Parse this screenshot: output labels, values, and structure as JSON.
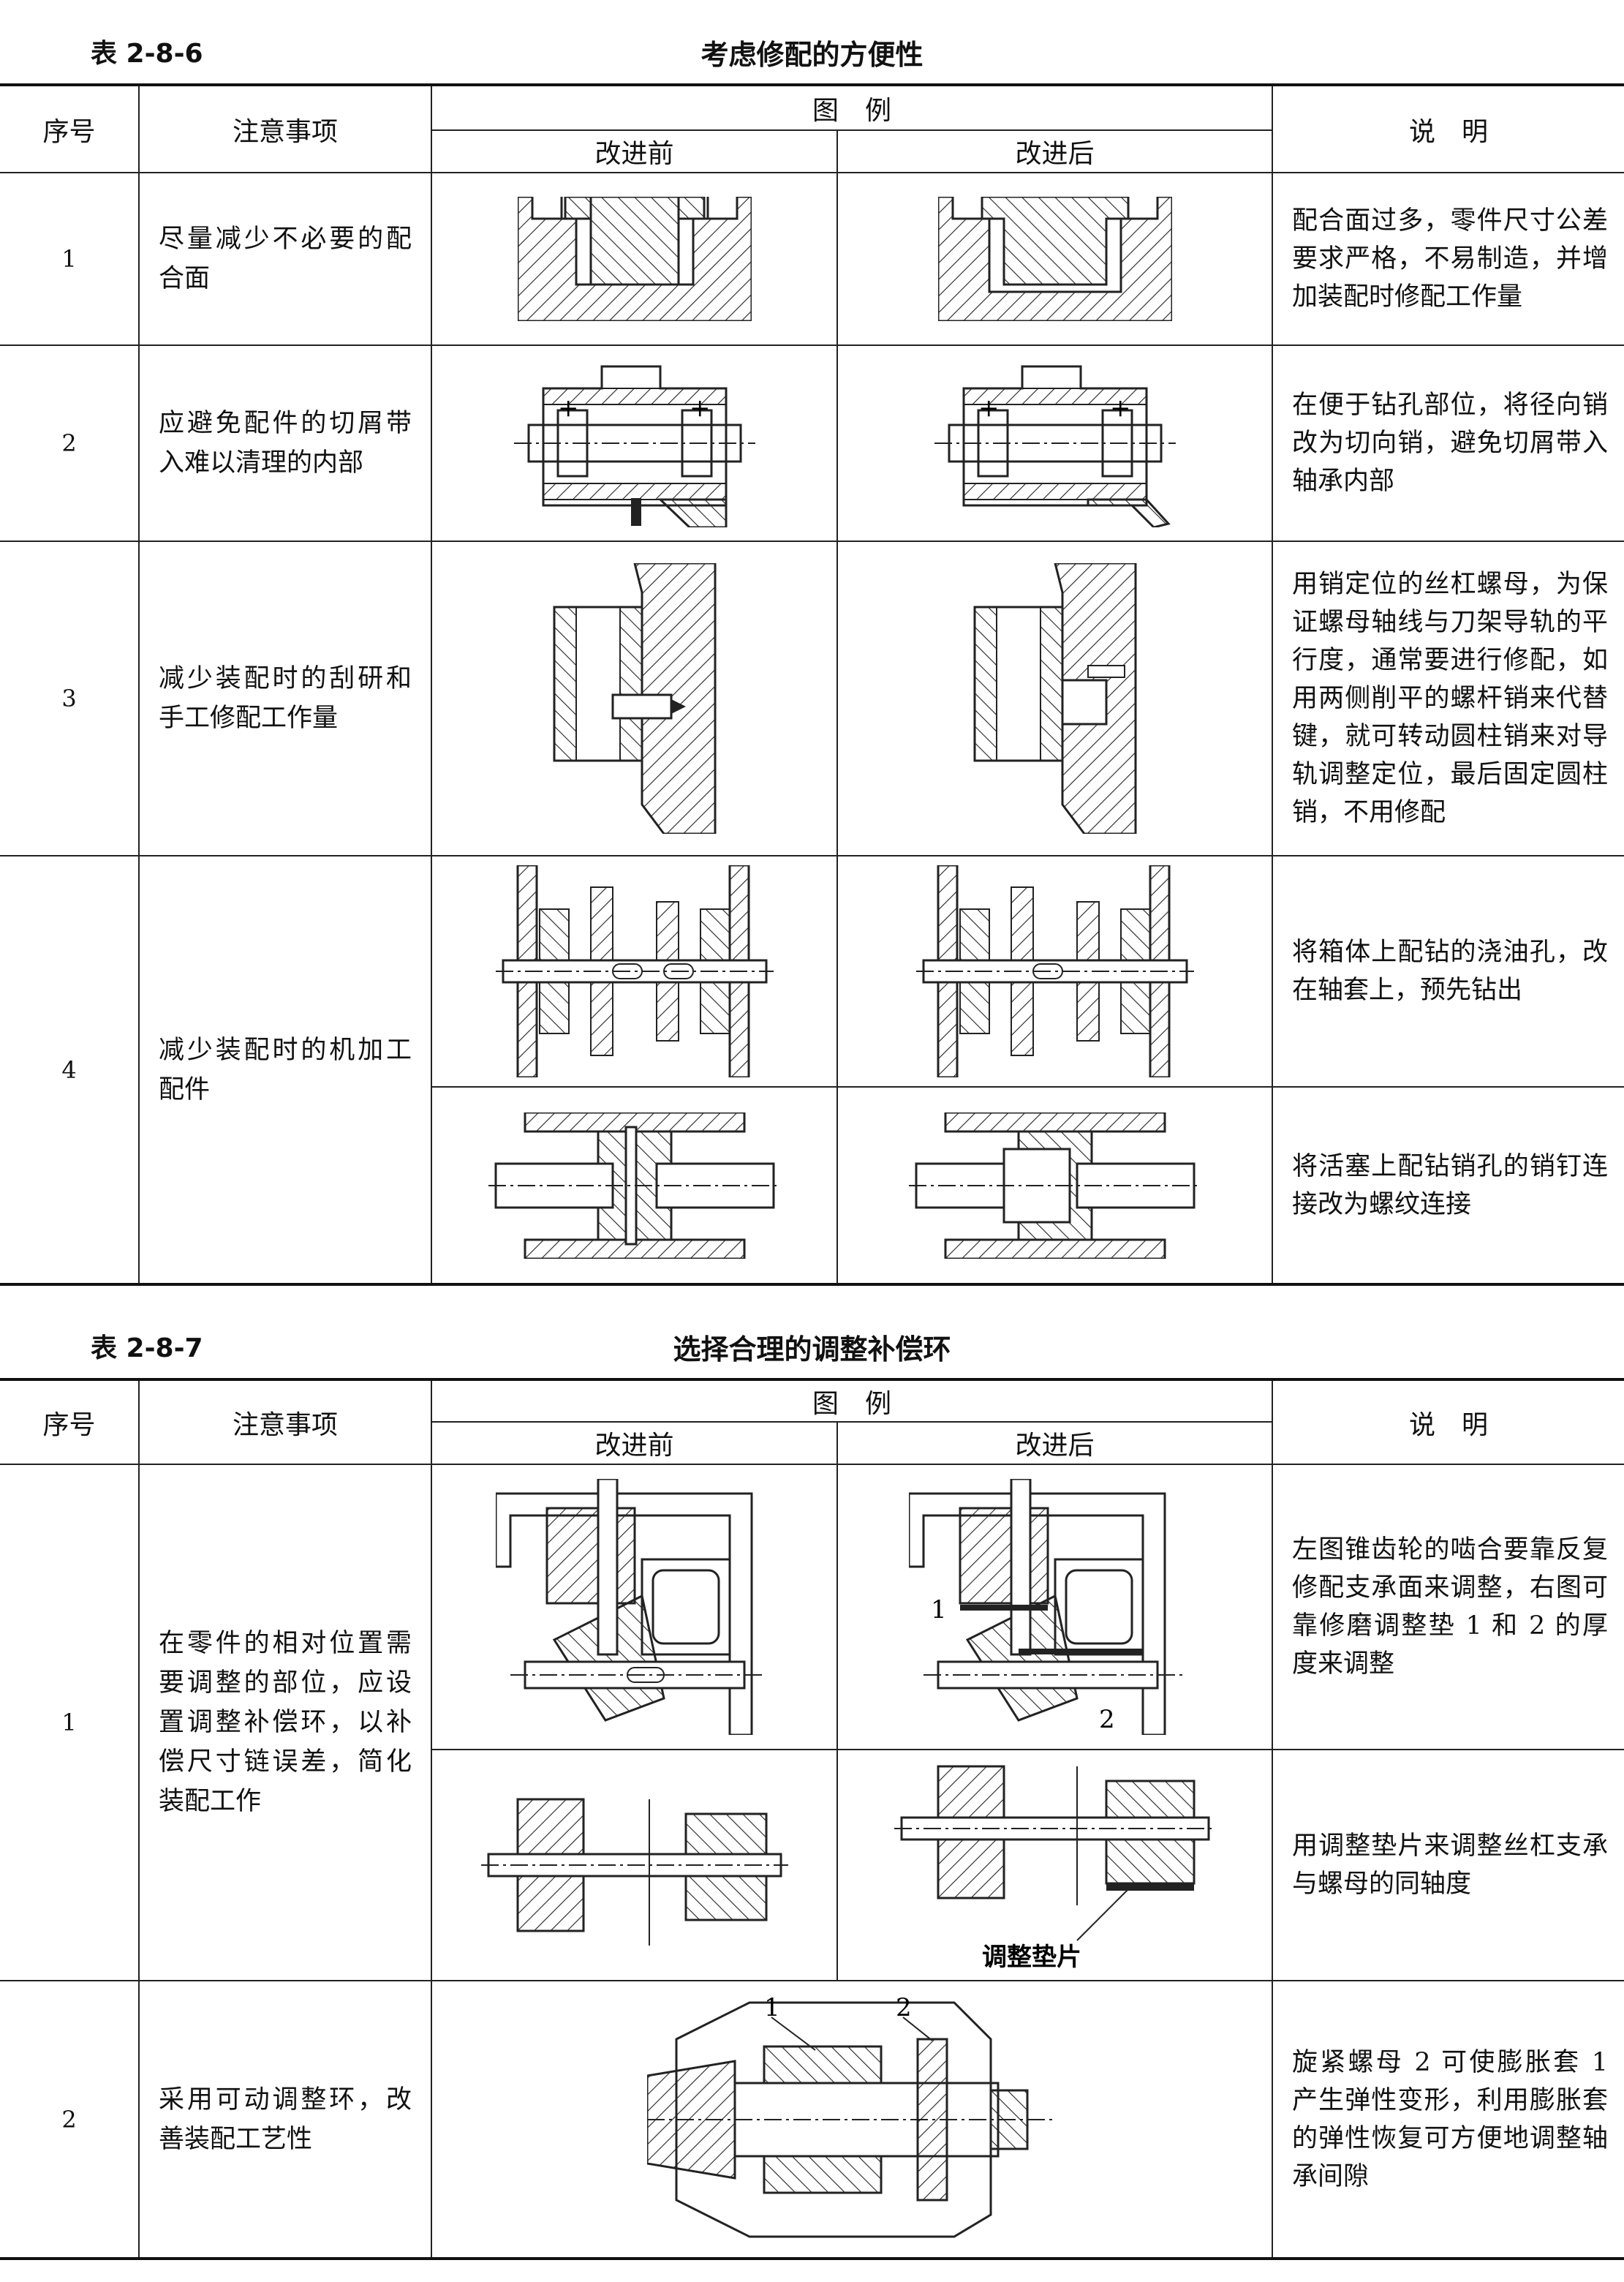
{
  "table1": {
    "number": "表 2-8-6",
    "title": "考虑修配的方便性",
    "headers": {
      "seq": "序号",
      "note": "注意事项",
      "figure": "图　例",
      "before": "改进前",
      "after": "改进后",
      "desc": "说　明"
    },
    "rows": [
      {
        "seq": "1",
        "note": "尽量减少不必要的配合面",
        "desc": "配合面过多，零件尺寸公差要求严格，不易制造，并增加装配时修配工作量"
      },
      {
        "seq": "2",
        "note": "应避免配件的切屑带入难以清理的内部",
        "desc": "在便于钻孔部位，将径向销改为切向销，避免切屑带入轴承内部"
      },
      {
        "seq": "3",
        "note": "减少装配时的刮研和手工修配工作量",
        "desc": "用销定位的丝杠螺母，为保证螺母轴线与刀架导轨的平行度，通常要进行修配，如用两侧削平的螺杆销来代替键，就可转动圆柱销来对导轨调整定位，最后固定圆柱销，不用修配"
      },
      {
        "seq": "4",
        "note": "减少装配时的机加工配件",
        "desc_a": "将箱体上配钻的浇油孔，改在轴套上，预先钻出",
        "desc_b": "将活塞上配钻销孔的销钉连接改为螺纹连接"
      }
    ]
  },
  "table2": {
    "number": "表 2-8-7",
    "title": "选择合理的调整补偿环",
    "headers": {
      "seq": "序号",
      "note": "注意事项",
      "figure": "图　例",
      "before": "改进前",
      "after": "改进后",
      "desc": "说　明"
    },
    "rows": [
      {
        "seq": "1",
        "note": "在零件的相对位置需要调整的部位，应设置调整补偿环，以补偿尺寸链误差，简化装配工作",
        "desc_a": "左图锥齿轮的啮合要靠反复修配支承面来调整，右图可靠修磨调整垫 1 和 2 的厚度来调整",
        "desc_b": "用调整垫片来调整丝杠支承与螺母的同轴度",
        "label_1": "1",
        "label_2": "2",
        "shim_caption": "调整垫片"
      },
      {
        "seq": "2",
        "note": "采用可动调整环，改善装配工艺性",
        "desc": "旋紧螺母 2 可使膨胀套 1 产生弹性变形，利用膨胀套的弹性恢复可方便地调整轴承间隙",
        "label_1": "1",
        "label_2": "2"
      }
    ]
  }
}
